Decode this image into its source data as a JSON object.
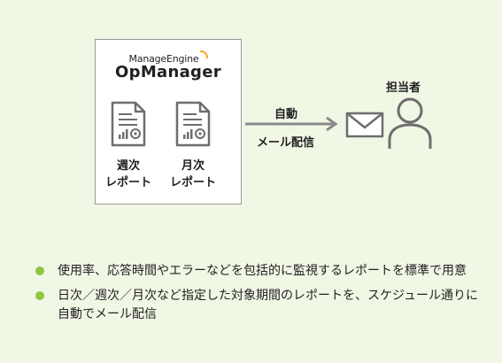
{
  "product": {
    "brand": "ManageEngine",
    "name": "OpManager"
  },
  "reports": [
    {
      "line1": "週次",
      "line2": "レポート"
    },
    {
      "line1": "月次",
      "line2": "レポート"
    }
  ],
  "delivery": {
    "line1": "自動",
    "line2": "メール配信"
  },
  "recipient": {
    "label": "担当者"
  },
  "bullets": [
    {
      "text": "使用率、応答時間やエラーなどを包括的に監視するレポートを標準で用意"
    },
    {
      "text": "日次／週次／月次など指定した対象期間のレポートを、スケジュール通りに自動でメール配信"
    }
  ],
  "colors": {
    "background": "#f1f7e5",
    "bullet": "#8dc63f",
    "icon_stroke": "#6e6e6e",
    "arrow": "#8a8a8a",
    "brand_accent": "#f5a623"
  },
  "icons": {
    "report": "document-chart-icon",
    "mail": "envelope-icon",
    "person": "person-icon"
  }
}
